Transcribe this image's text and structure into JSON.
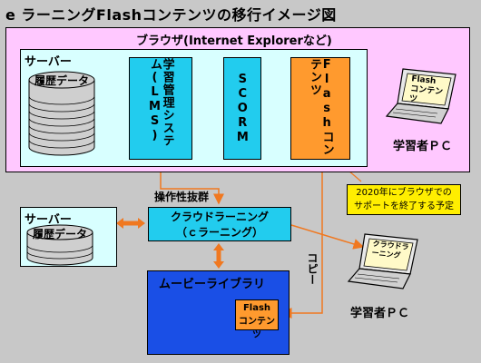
{
  "title": "e ラーニングFlashコンテンツの移行イメージ図",
  "browser": {
    "label": "ブラウザ(Internet Explorerなど)"
  },
  "server_top": {
    "label": "サーバー",
    "db_label": "履歴データ"
  },
  "lms": {
    "label": "学習管理システム(LMS)"
  },
  "scorm": {
    "label": "SCORM"
  },
  "flash_top": {
    "label": "Flashコンテンツ"
  },
  "pc_top": {
    "screen_text": "Flashコンテンツ",
    "label": "学習者ＰＣ"
  },
  "note": {
    "line1": "2020年にブラウザでの",
    "line2": "サポートを終了する予定"
  },
  "ops_label": "操作性抜群",
  "server_bottom": {
    "label": "サーバー",
    "db_label": "履歴データ"
  },
  "cloud": {
    "line1": "クラウドラーニング",
    "line2": "（ｃラーニング）"
  },
  "copy_label": "コピー",
  "pc_bottom": {
    "screen_text": "クラウドラーニング",
    "label": "学習者ＰＣ"
  },
  "movie_library": {
    "label": "ムービーライブラリ"
  },
  "flash_bottom": {
    "line1": "Flash",
    "line2": "コンテンツ"
  },
  "colors": {
    "arrow": "#f07820",
    "box_blue": "#22ccee",
    "box_orange": "#ff9a2e",
    "library": "#1a4fe6"
  }
}
